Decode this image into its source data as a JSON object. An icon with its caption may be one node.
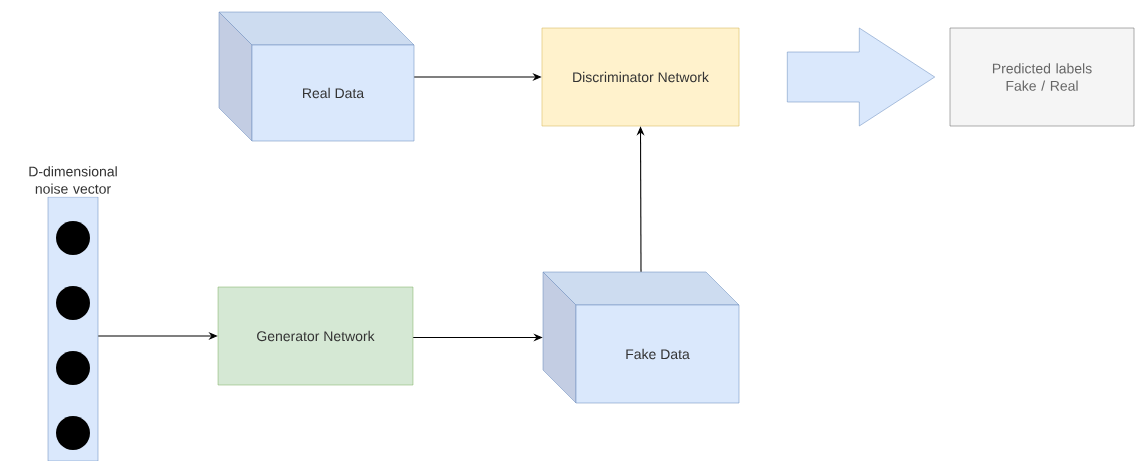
{
  "diagram": {
    "nodes": [
      {
        "text": [
          "D-dimensional noise vector"
        ]
      },
      {
        "text": [],
        "shape": "circle",
        "in": 0
      },
      {
        "text": [],
        "shape": "circle",
        "in": 0
      },
      {
        "text": [],
        "shape": "circle",
        "in": 0
      },
      {
        "text": [],
        "shape": "circle",
        "in": 0
      },
      {
        "text": [
          "Real Data"
        ]
      },
      {
        "text": [
          "Discriminator Network"
        ]
      },
      {
        "text": [
          "Predicted labels Fake / Real"
        ]
      },
      {
        "text": [
          "Generator Network"
        ]
      },
      {
        "text": [
          "Fake Data"
        ]
      }
    ],
    "edges": [
      {
        "from": 0,
        "to": 8,
        "arrow": "to"
      },
      {
        "from": 8,
        "to": 9,
        "arrow": "to"
      },
      {
        "from": 9,
        "to": 6,
        "arrow": "to"
      },
      {
        "from": 5,
        "to": 6,
        "arrow": "to"
      },
      {
        "from": 6,
        "to": 7,
        "arrow": "to",
        "style": "thick"
      }
    ]
  }
}
